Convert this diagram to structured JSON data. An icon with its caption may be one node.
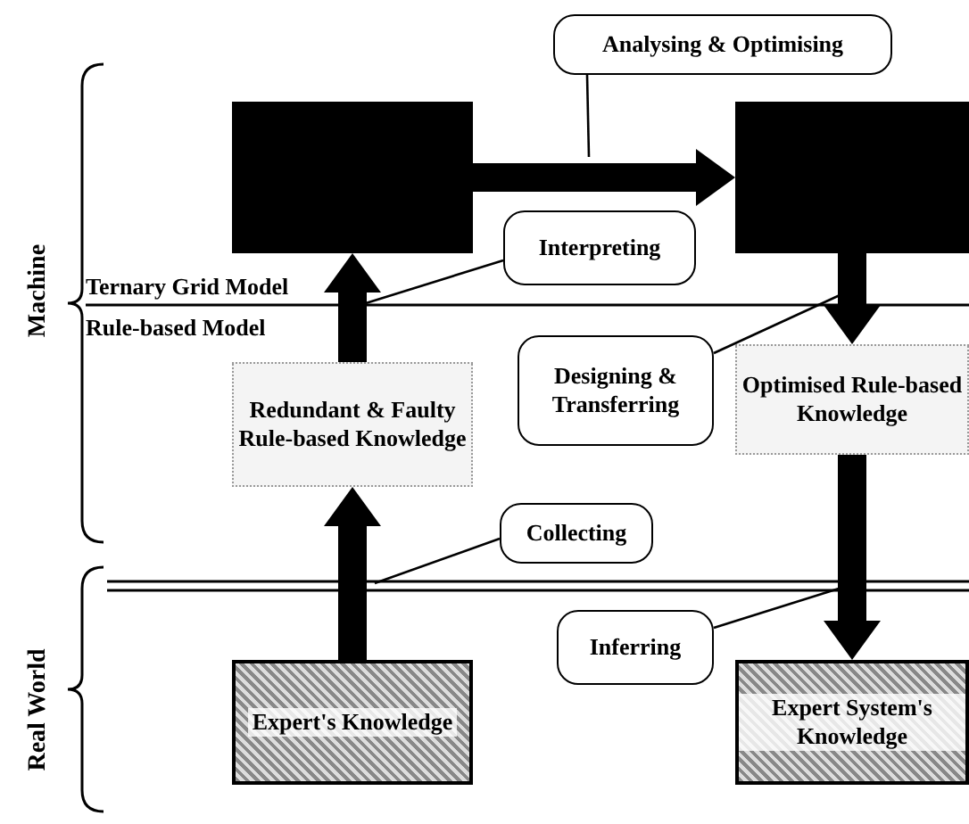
{
  "diagram": {
    "nodes": [
      {
        "text": [],
        "shape": "box"
      },
      {
        "text": [],
        "shape": "box"
      },
      {
        "text": [
          "Redundant & Faulty Rule-based Knowledge"
        ]
      },
      {
        "text": [
          "Optimised Rule-based Knowledge"
        ]
      },
      {
        "text": [
          "Expert's Knowledge"
        ]
      },
      {
        "text": [
          "Expert System's Knowledge"
        ]
      },
      {
        "text": [
          "Analysing & Optimising"
        ]
      },
      {
        "text": [
          "Interpreting"
        ]
      },
      {
        "text": [
          "Designing & Transferring"
        ]
      },
      {
        "text": [
          "Collecting"
        ]
      },
      {
        "text": [
          "Inferring"
        ]
      }
    ],
    "edges": [
      {
        "from": 4,
        "to": 2,
        "arrow": "to",
        "style": "thick"
      },
      {
        "from": 2,
        "to": 0,
        "arrow": "to",
        "style": "thick"
      },
      {
        "from": 0,
        "to": 1,
        "arrow": "to",
        "style": "thick"
      },
      {
        "from": 1,
        "to": 3,
        "arrow": "to",
        "style": "thick"
      },
      {
        "from": 3,
        "to": 5,
        "arrow": "to",
        "style": "thick"
      },
      {
        "from": 6,
        "to": null,
        "arrow": "none"
      },
      {
        "from": 7,
        "to": null,
        "arrow": "none"
      },
      {
        "from": 8,
        "to": null,
        "arrow": "none"
      },
      {
        "from": 9,
        "to": null,
        "arrow": "none"
      },
      {
        "from": 10,
        "to": null,
        "arrow": "none"
      }
    ],
    "labels": [
      "Machine",
      "Ternary Grid Model",
      "Rule-based Model",
      "Real World"
    ]
  }
}
